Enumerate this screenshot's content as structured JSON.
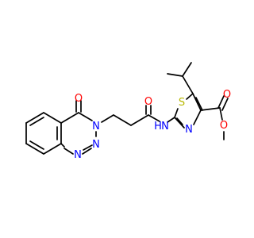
{
  "molecule": {
    "colors": {
      "carbon_bond": "#000000",
      "oxygen": "#ff0000",
      "nitrogen": "#0000ff",
      "sulfur": "#b8b800",
      "background": "#ffffff"
    },
    "atoms": {
      "o_carbonyl_benzotriazinone": "O",
      "n3_benzotriazinone": "N",
      "n2_benzotriazinone": "N",
      "n1_benzotriazinone": "N",
      "o_amide": "O",
      "n_amide": "N",
      "h_amide": "H",
      "s_thiazole": "S",
      "n_thiazole": "N",
      "o_ester_carbonyl": "O",
      "o_ester_ether": "O"
    }
  }
}
